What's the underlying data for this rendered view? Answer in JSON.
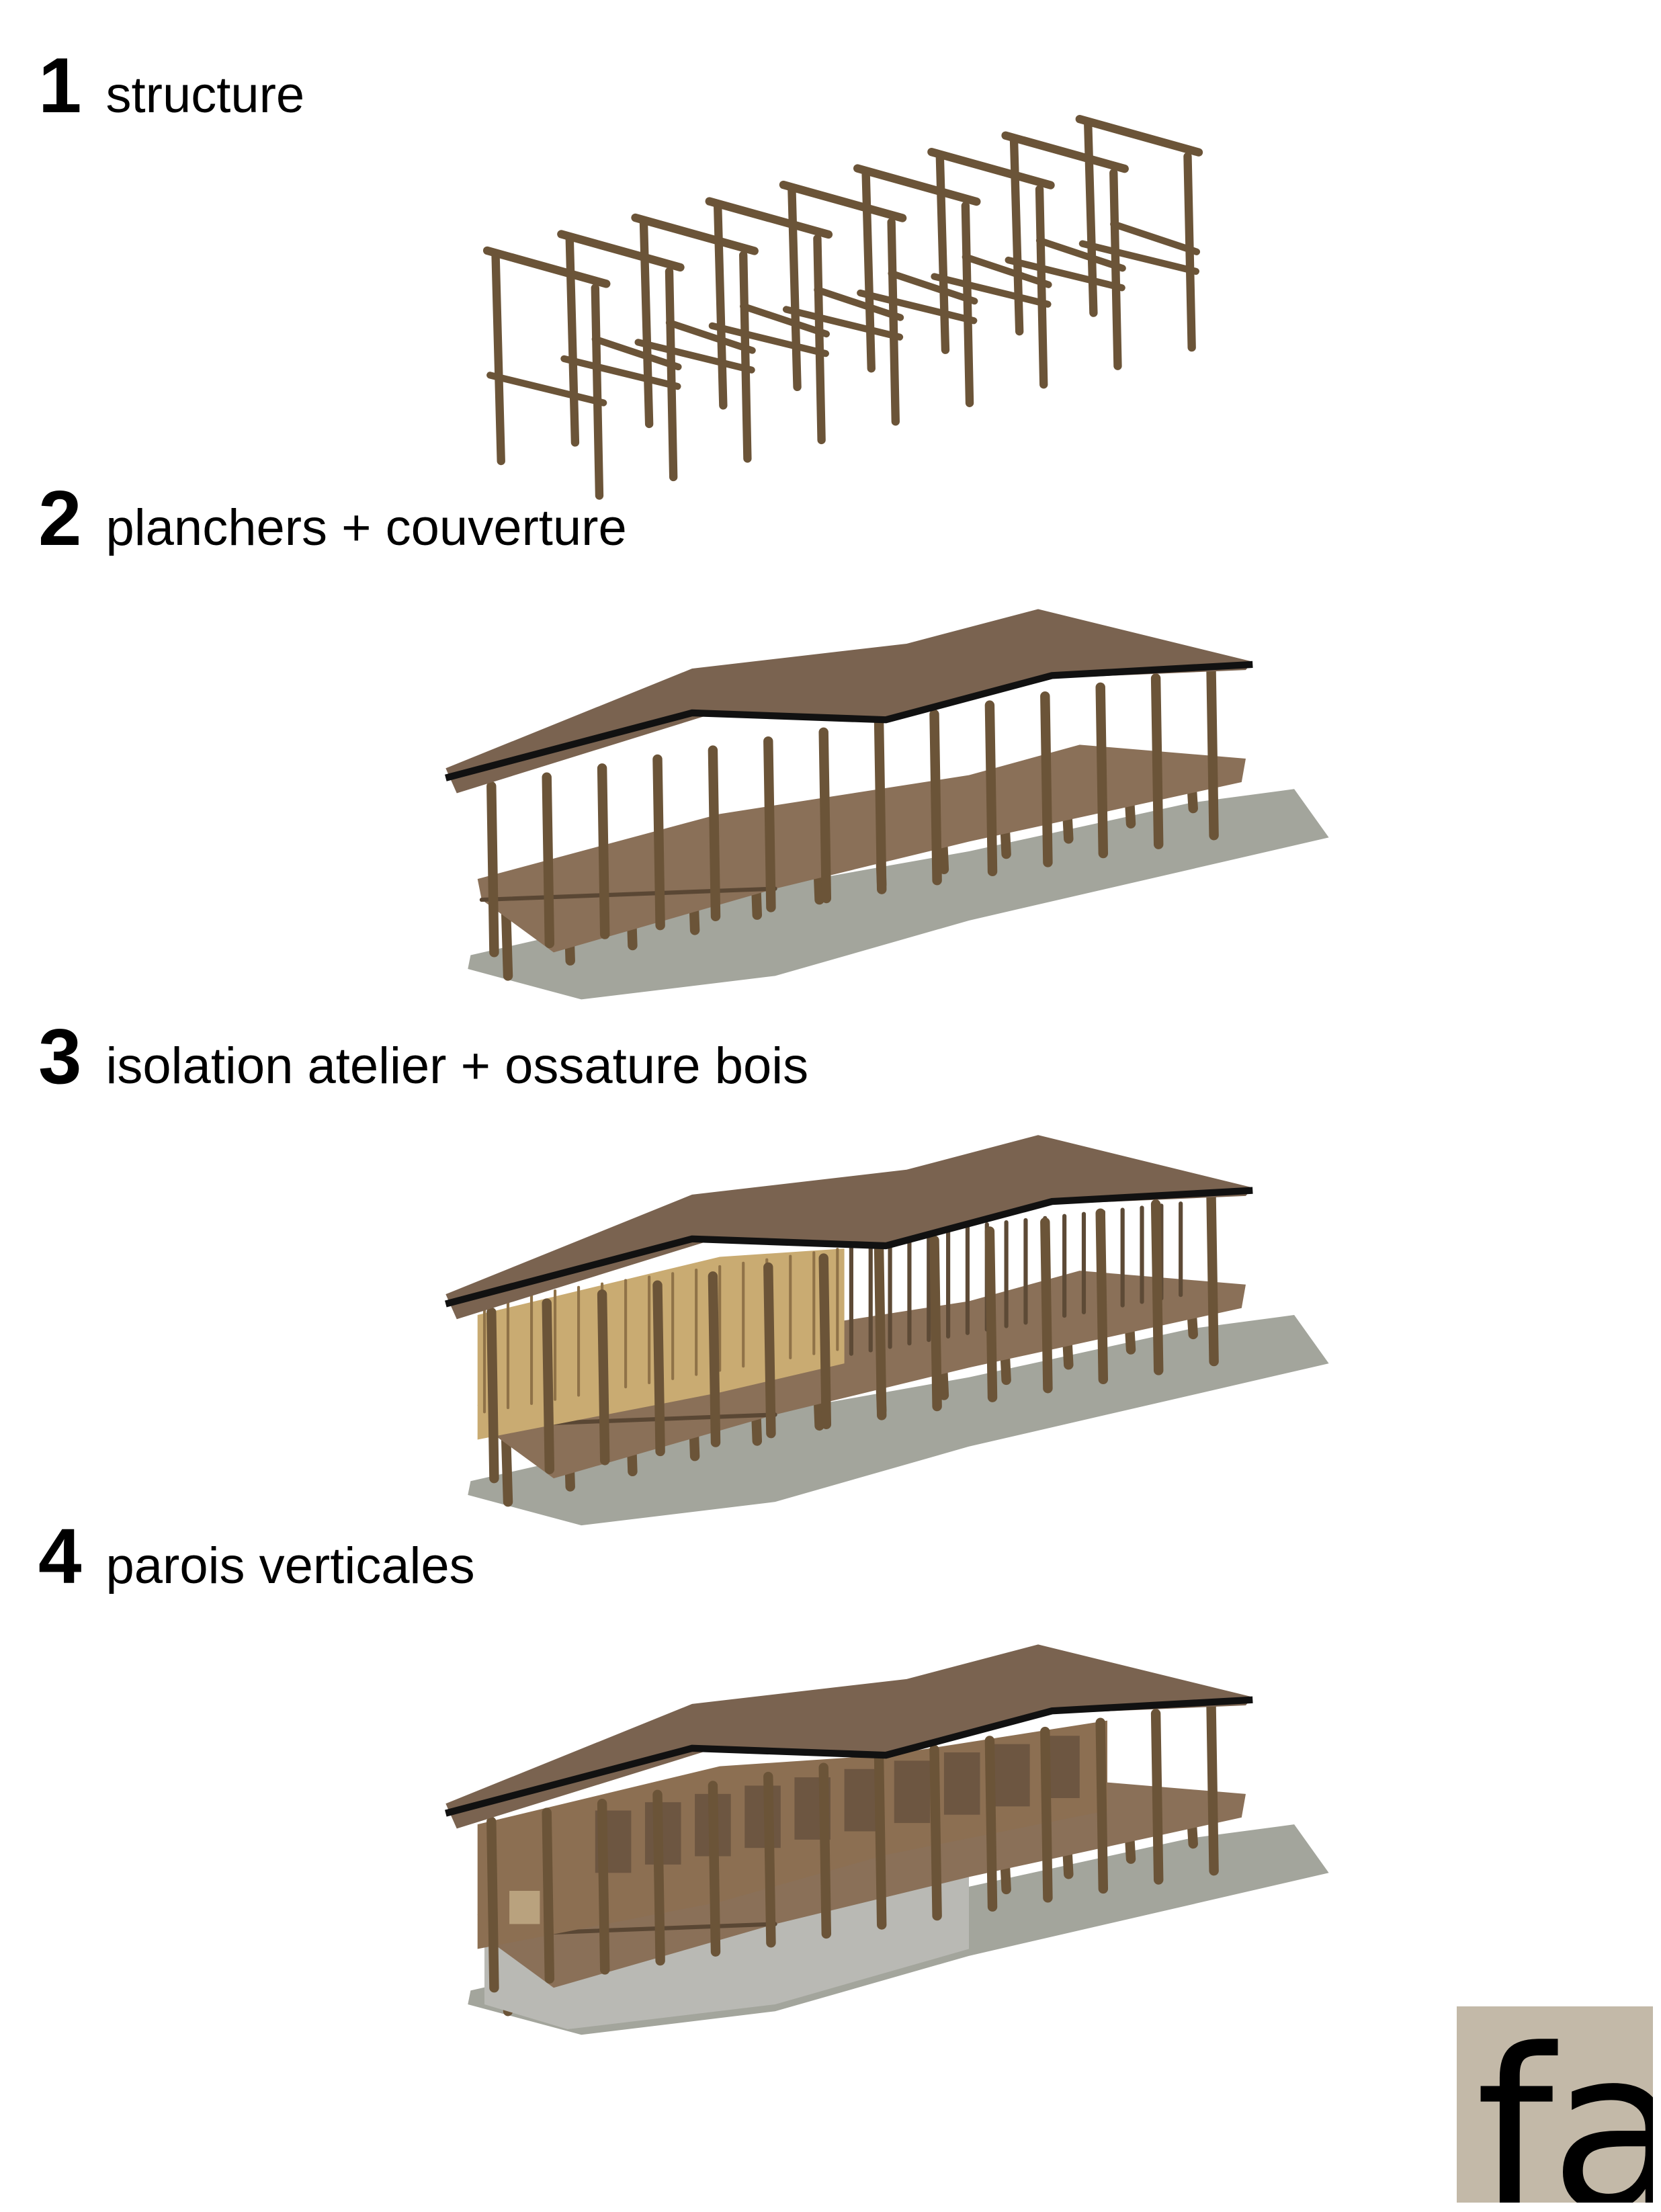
{
  "steps": [
    {
      "number": "1",
      "label": "structure"
    },
    {
      "number": "2",
      "label": "planchers + couverture"
    },
    {
      "number": "3",
      "label": "isolation atelier + ossature bois"
    },
    {
      "number": "4",
      "label": "parois verticales"
    }
  ],
  "logo": {
    "text": "fa",
    "background": "#c3b9a8"
  },
  "colors": {
    "timber": "#6b5438",
    "roof": "#7a6350",
    "deck": "#8a7058",
    "ground": "#a3a59c",
    "insulation": "#c9ab72",
    "cladding": "#8c6f52"
  }
}
